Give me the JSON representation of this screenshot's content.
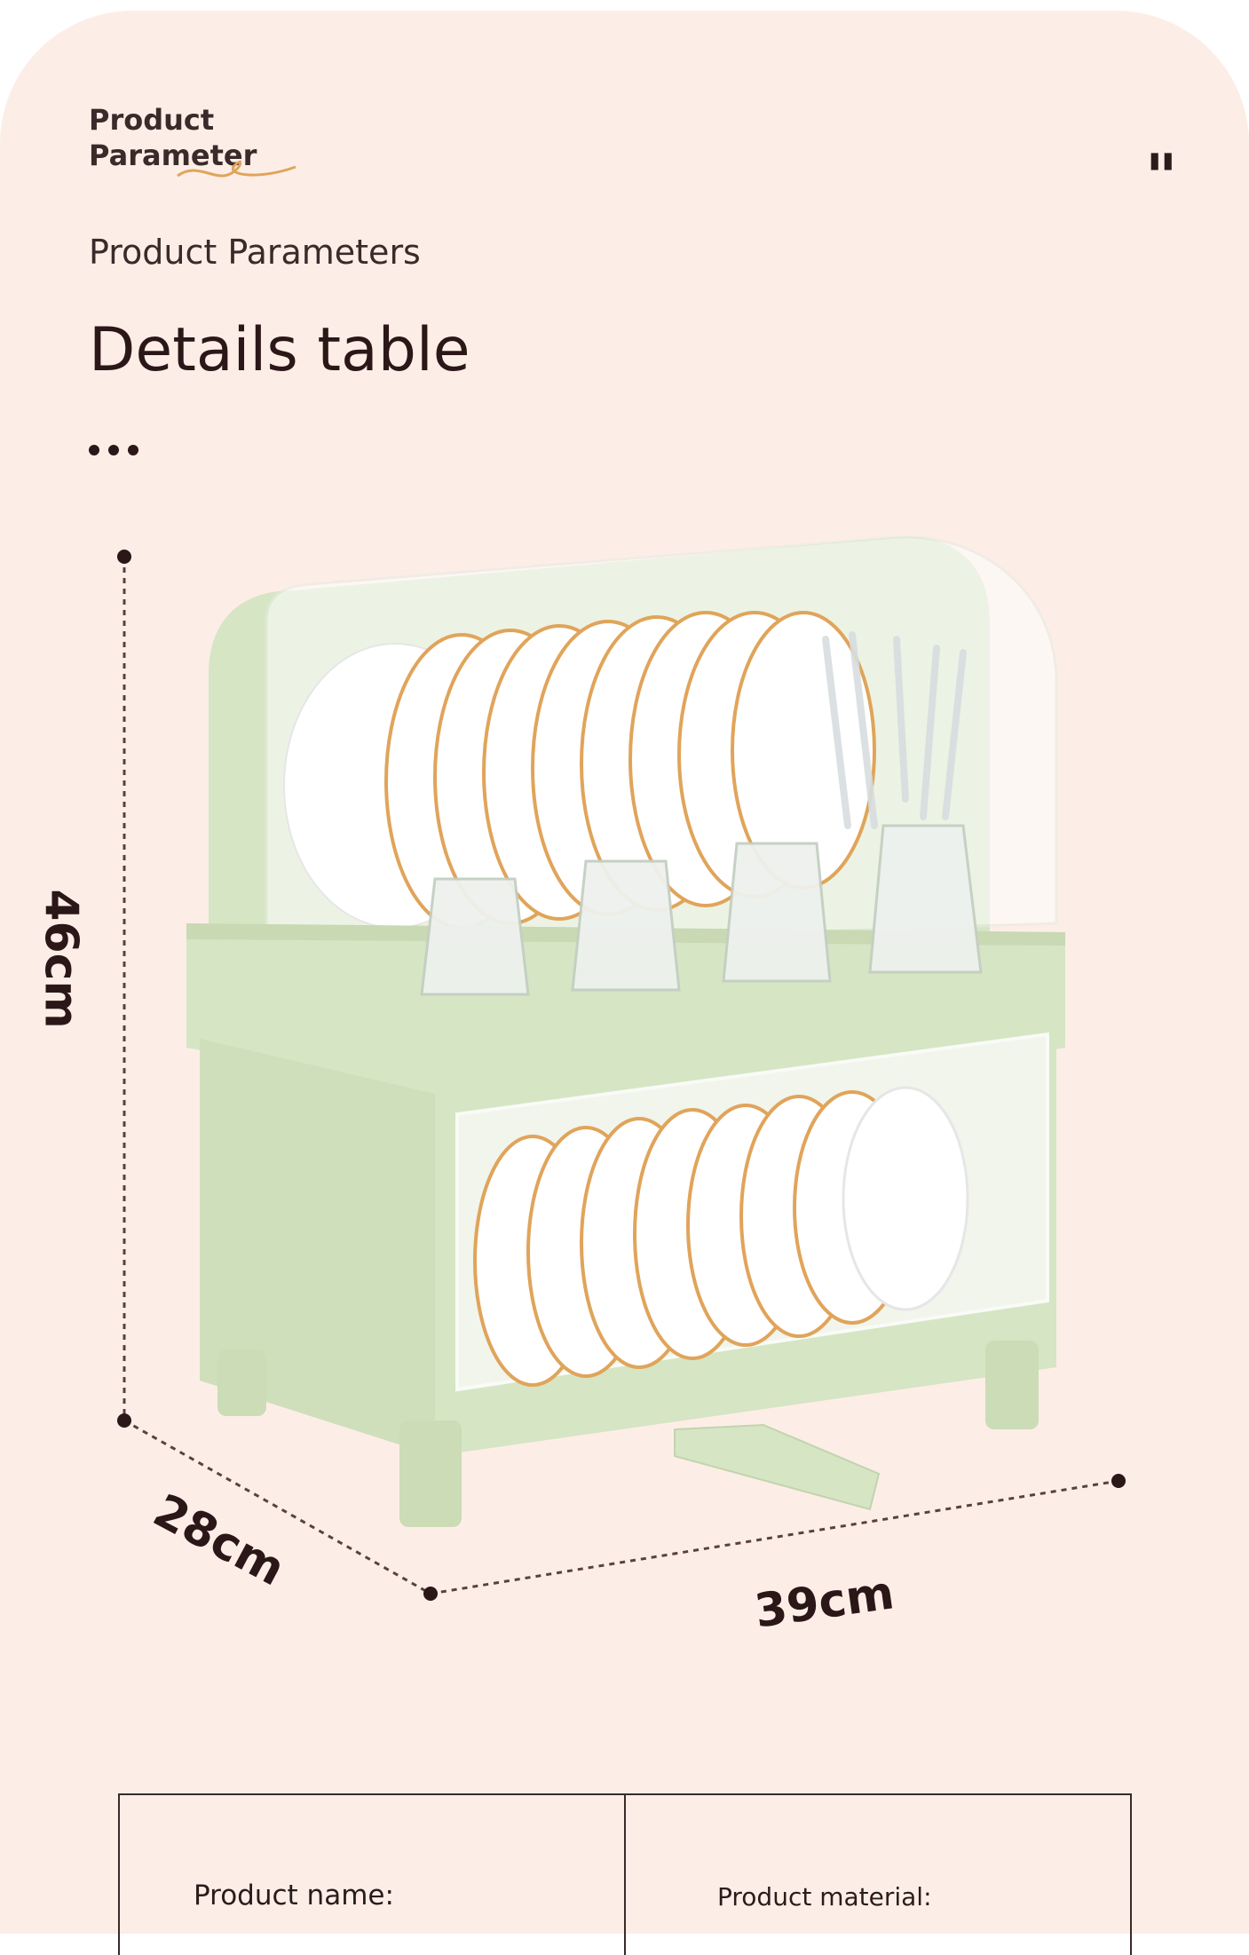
{
  "header": {
    "logo_line1": "Product",
    "logo_line2": "Parameter",
    "quote_mark": "\"",
    "subtitle": "Product Parameters",
    "title": "Details table"
  },
  "dimensions": {
    "height": "46cm",
    "depth": "28cm",
    "width": "39cm"
  },
  "table": {
    "name_label": "Product name:",
    "material_label": "Product material:"
  },
  "colors": {
    "background": "#fceee7",
    "product_green": "#d6e5c4",
    "text": "#2b1618",
    "accent_gold": "#e0a45a"
  }
}
